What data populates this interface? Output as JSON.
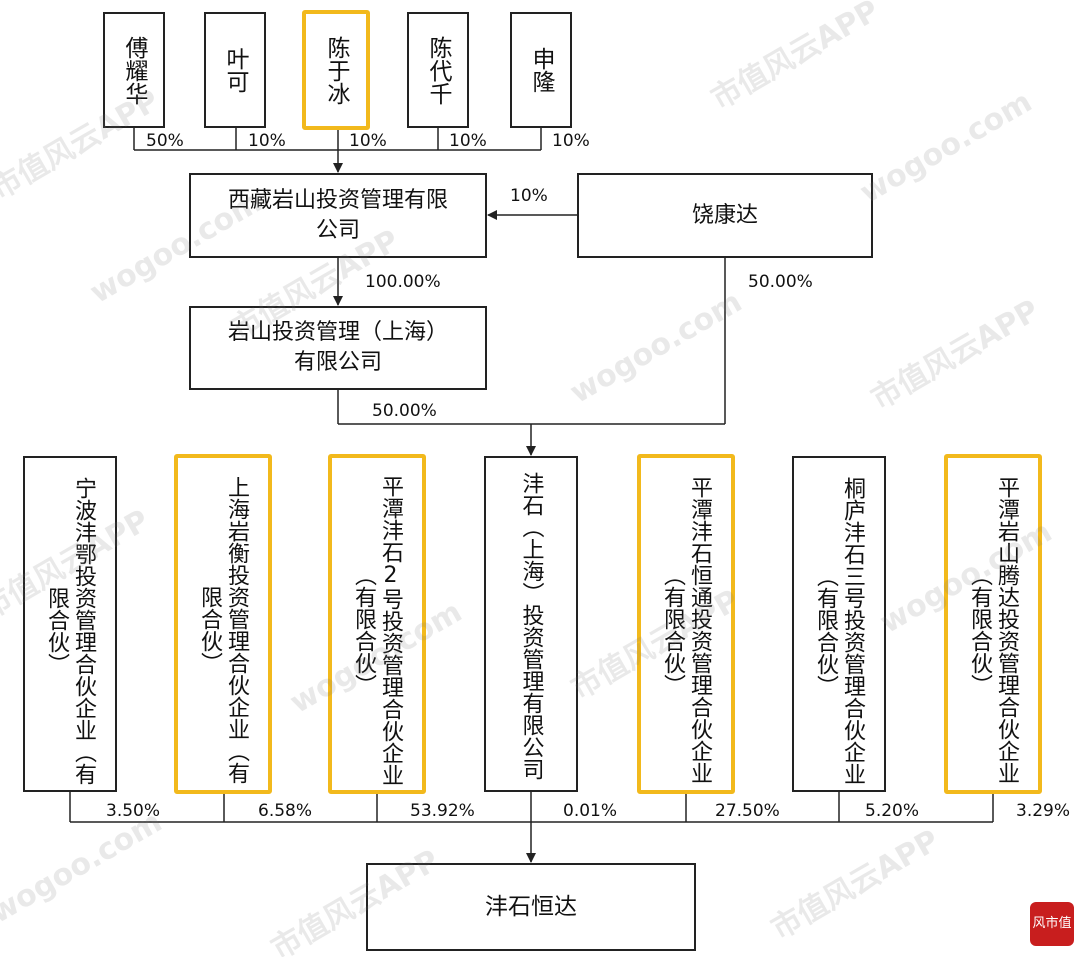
{
  "top_people": [
    {
      "name": "傅耀华",
      "pct": "50%"
    },
    {
      "name": "叶可",
      "pct": "10%"
    },
    {
      "name": "陈于冰",
      "pct": "10%"
    },
    {
      "name": "陈代千",
      "pct": "10%"
    },
    {
      "name": "申隆",
      "pct": "10%"
    }
  ],
  "tibet_company": {
    "name": "西藏岩山投资管理有限\n公司"
  },
  "rao": {
    "name": "饶康达",
    "pct_to_tibet": "10%",
    "pct_to_fengshi": "50.00%"
  },
  "shanghai_company": {
    "name": "岩山投资管理（上海）\n有限公司",
    "pct_from_tibet": "100.00%",
    "pct_to_fengshi": "50.00%"
  },
  "partners": [
    {
      "name": "宁波沣鄂投资管理合伙企业（有限合伙）",
      "pct": "3.50%"
    },
    {
      "name": "上海岩衡投资管理合伙企业（有限合伙）",
      "pct": "6.58%"
    },
    {
      "name": "平潭沣石2号投资管理合伙企业（有限合伙）",
      "pct": "53.92%"
    },
    {
      "name": "沣石（上海）投资管理有限公司",
      "pct": "0.01%"
    },
    {
      "name": "平潭沣石恒通投资管理合伙企业（有限合伙）",
      "pct": "27.50%"
    },
    {
      "name": "桐庐沣石三号投资管理合伙企业（有限合伙）",
      "pct": "5.20%"
    },
    {
      "name": "平潭岩山腾达投资管理合伙企业（有限合伙）",
      "pct": "3.29%"
    }
  ],
  "target": {
    "name": "沣石恒达"
  },
  "watermark": {
    "text_cn": "市值风云APP",
    "text_web": "wogoo.com"
  },
  "logo": {
    "text": "风市值"
  },
  "colors": {
    "highlight": "#f2b91c",
    "line": "#222222",
    "logo": "#c81e1e"
  }
}
